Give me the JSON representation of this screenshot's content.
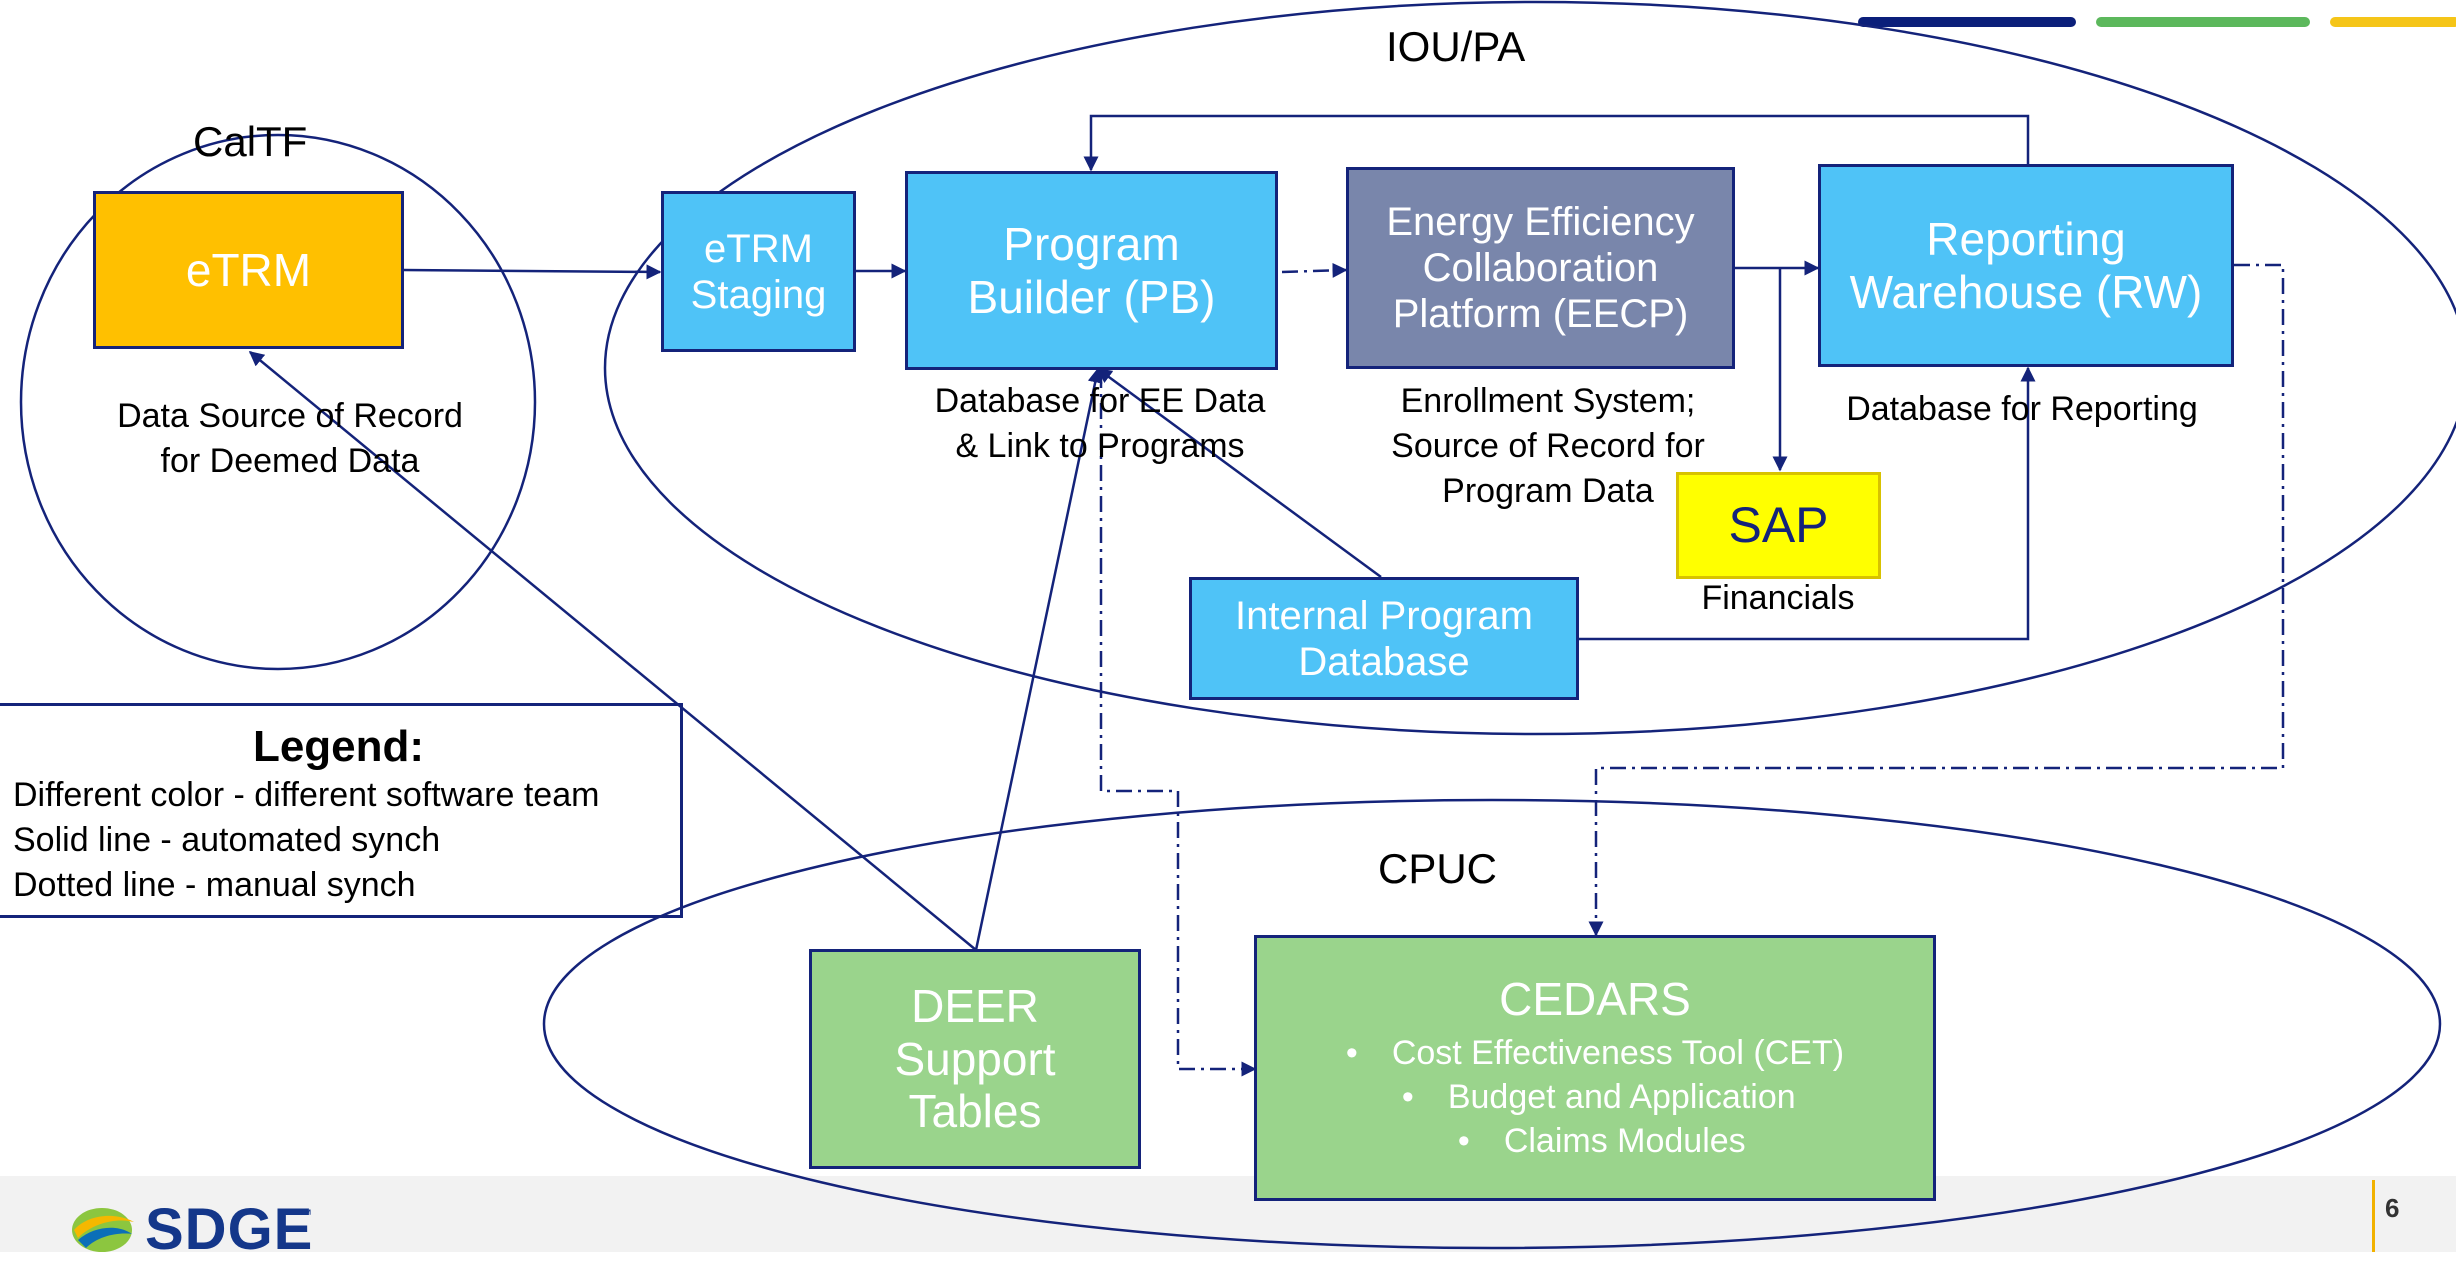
{
  "diagram": {
    "regions": {
      "caltf": "CalTF",
      "ioupa": "IOU/PA",
      "cpuc": "CPUC"
    },
    "boxes": {
      "etrm": "eTRM",
      "etrm_staging": "eTRM\nStaging",
      "program_builder": "Program\nBuilder (PB)",
      "eecp": "Energy Efficiency\nCollaboration\nPlatform (EECP)",
      "reporting_warehouse": "Reporting\nWarehouse (RW)",
      "sap": "SAP",
      "internal_program_db": "Internal Program\nDatabase",
      "deer": "DEER\nSupport\nTables",
      "cedars": {
        "title": "CEDARS",
        "items": [
          "Cost Effectiveness Tool (CET)",
          "Budget and Application",
          "Claims Modules"
        ]
      }
    },
    "labels": {
      "etrm_desc": "Data Source of Record\nfor Deemed Data",
      "pb_desc": "Database for EE Data\n& Link to Programs",
      "eecp_desc": "Enrollment System;\nSource of Record for\nProgram Data",
      "rw_desc": "Database for Reporting",
      "sap_desc": "Financials"
    },
    "legend": {
      "title": "Legend:",
      "items": [
        "Different color - different software team",
        "Solid line - automated synch",
        "Dotted line - manual synch"
      ]
    },
    "colors": {
      "line": "#14237a",
      "light_blue_box": "#4fc3f7",
      "grey_blue_box": "#7986ab",
      "orange_box": "#ffc000",
      "yellow_box": "#ffff00",
      "green_box": "#9ad48c",
      "accent_navy": "#0b1f7a",
      "accent_green": "#5cb85c",
      "accent_yellow": "#f5c518"
    }
  },
  "footer": {
    "logo_text": "SDGE",
    "logo_tm": "™",
    "logo_icon": "sdge-flame-logo-icon",
    "page_number": "6"
  }
}
